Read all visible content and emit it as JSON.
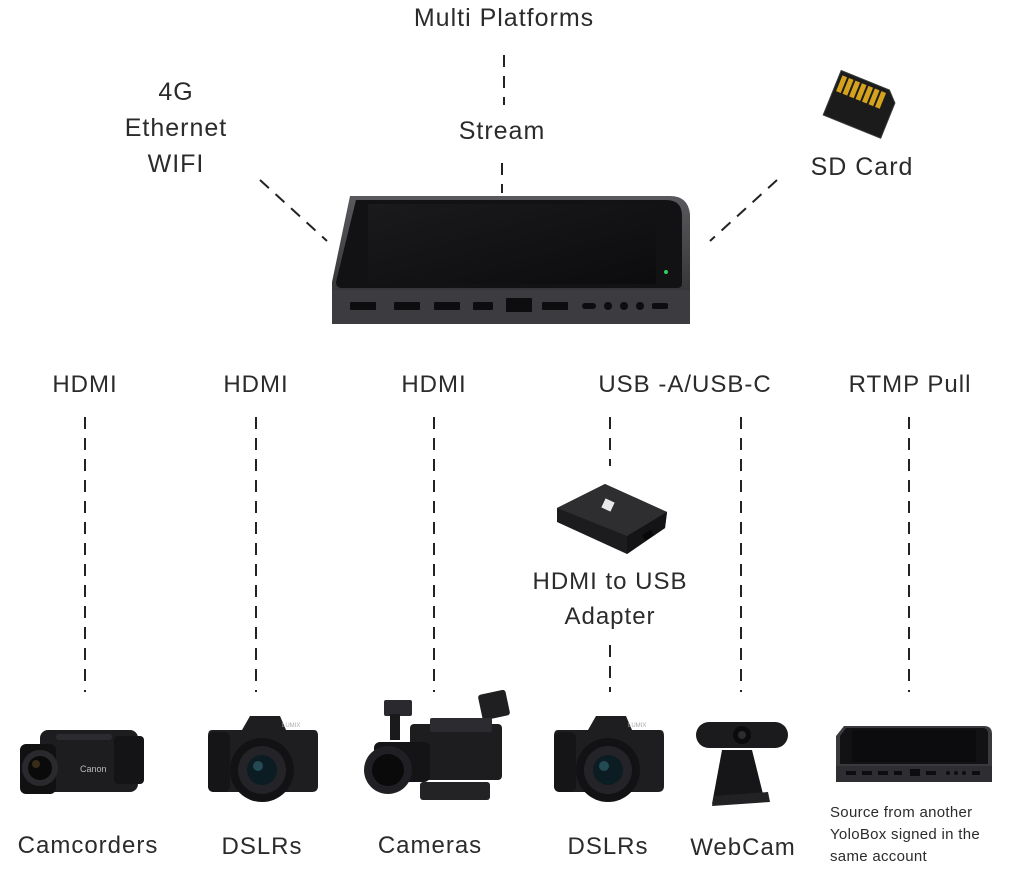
{
  "top": {
    "platforms": "Multi Platforms",
    "stream": "Stream",
    "network_lines": [
      "4G",
      "Ethernet",
      "WIFI"
    ],
    "sd_card": "SD Card"
  },
  "inputs": {
    "hdmi_1": "HDMI",
    "hdmi_2": "HDMI",
    "hdmi_3": "HDMI",
    "usb": "USB -A/USB-C",
    "rtmp": "RTMP Pull"
  },
  "adapter": {
    "lines": [
      "HDMI to USB",
      "Adapter"
    ]
  },
  "devices": {
    "camcorders": "Camcorders",
    "dslrs_1": "DSLRs",
    "cameras": "Cameras",
    "dslrs_2": "DSLRs",
    "webcam": "WebCam"
  },
  "source_note": [
    "Source from another",
    "YoloBox signed in the",
    " same account"
  ],
  "brand_text": {
    "camcorder": "Canon",
    "dslr": "LUMIX"
  }
}
